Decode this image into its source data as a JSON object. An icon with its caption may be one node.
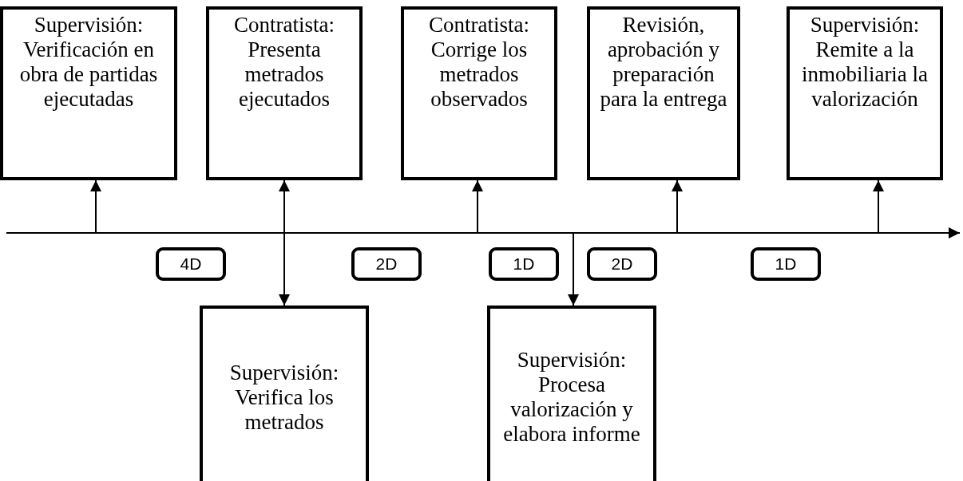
{
  "diagram": {
    "nodes": [
      {
        "text": [
          "Supervisión: Verificación en obra de partidas ejecutadas"
        ]
      },
      {
        "text": [
          "Contratista: Presenta metrados ejecutados"
        ]
      },
      {
        "text": [
          "Contratista: Corrige los metrados observados"
        ]
      },
      {
        "text": [
          "Revisión, aprobación y preparación para la entrega"
        ]
      },
      {
        "text": [
          "Supervisión: Remite a la inmobiliaria la valorización"
        ]
      },
      {
        "text": [
          "4D"
        ]
      },
      {
        "text": [
          "2D"
        ]
      },
      {
        "text": [
          "1D"
        ]
      },
      {
        "text": [
          "2D"
        ]
      },
      {
        "text": [
          "1D"
        ]
      },
      {
        "text": [
          "Supervisión: Verifica los metrados"
        ]
      },
      {
        "text": [
          "Supervisión: Procesa valorización y elabora informe"
        ]
      }
    ],
    "edges": [
      {
        "from": null,
        "to": 0,
        "arrow": "to"
      },
      {
        "from": 1,
        "to": 10,
        "arrow": "both"
      },
      {
        "from": null,
        "to": 2,
        "arrow": "to"
      },
      {
        "from": null,
        "to": 3,
        "arrow": "to"
      },
      {
        "from": null,
        "to": 4,
        "arrow": "to"
      },
      {
        "from": null,
        "to": 11,
        "arrow": "to"
      }
    ]
  }
}
